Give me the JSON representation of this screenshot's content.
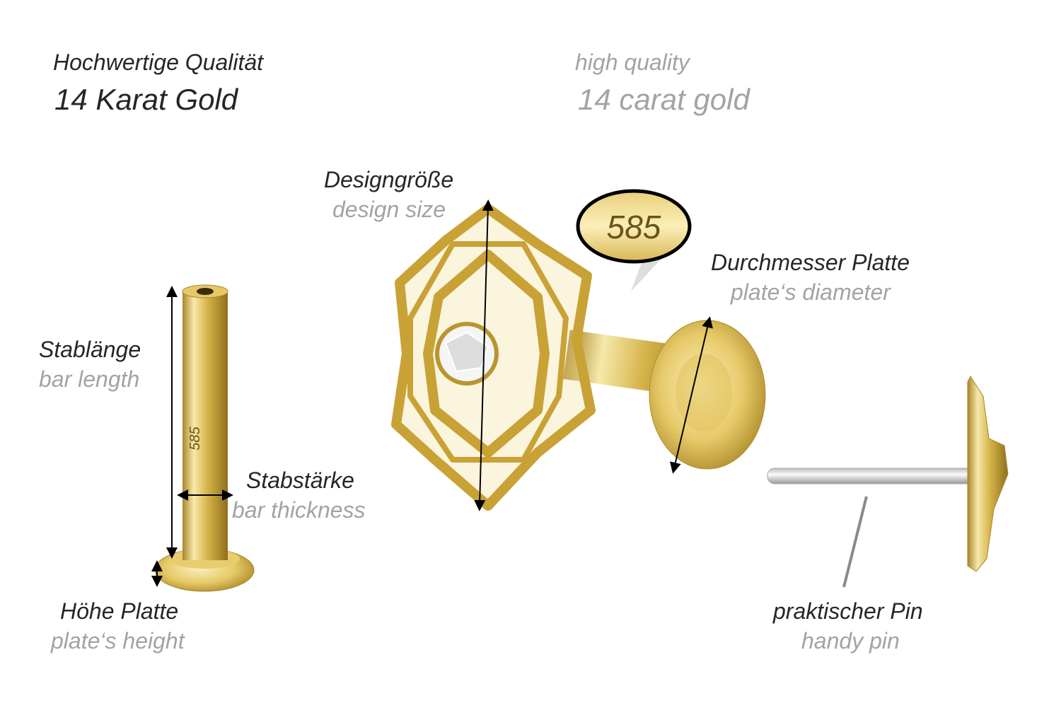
{
  "header": {
    "de_quality": "Hochwertige Qualität",
    "de_gold": "14 Karat Gold",
    "en_quality": "high quality",
    "en_gold": "14 carat gold"
  },
  "labels": {
    "design_size_de": "Designgröße",
    "design_size_en": "design size",
    "plate_diameter_de": "Durchmesser Platte",
    "plate_diameter_en": "plate‘s diameter",
    "bar_length_de": "Stablänge",
    "bar_length_en": "bar length",
    "bar_thickness_de": "Stabstärke",
    "bar_thickness_en": "bar thickness",
    "plate_height_de": "Höhe Platte",
    "plate_height_en": "plate‘s height",
    "pin_de": "praktischer Pin",
    "pin_en": "handy pin"
  },
  "hallmark": {
    "badge": "585",
    "bar_stamp": "585"
  },
  "colors": {
    "gold": "#d9b84a",
    "gold_light": "#f6e7a6",
    "text_dark": "#262626",
    "text_gray": "#a3a3a3"
  }
}
